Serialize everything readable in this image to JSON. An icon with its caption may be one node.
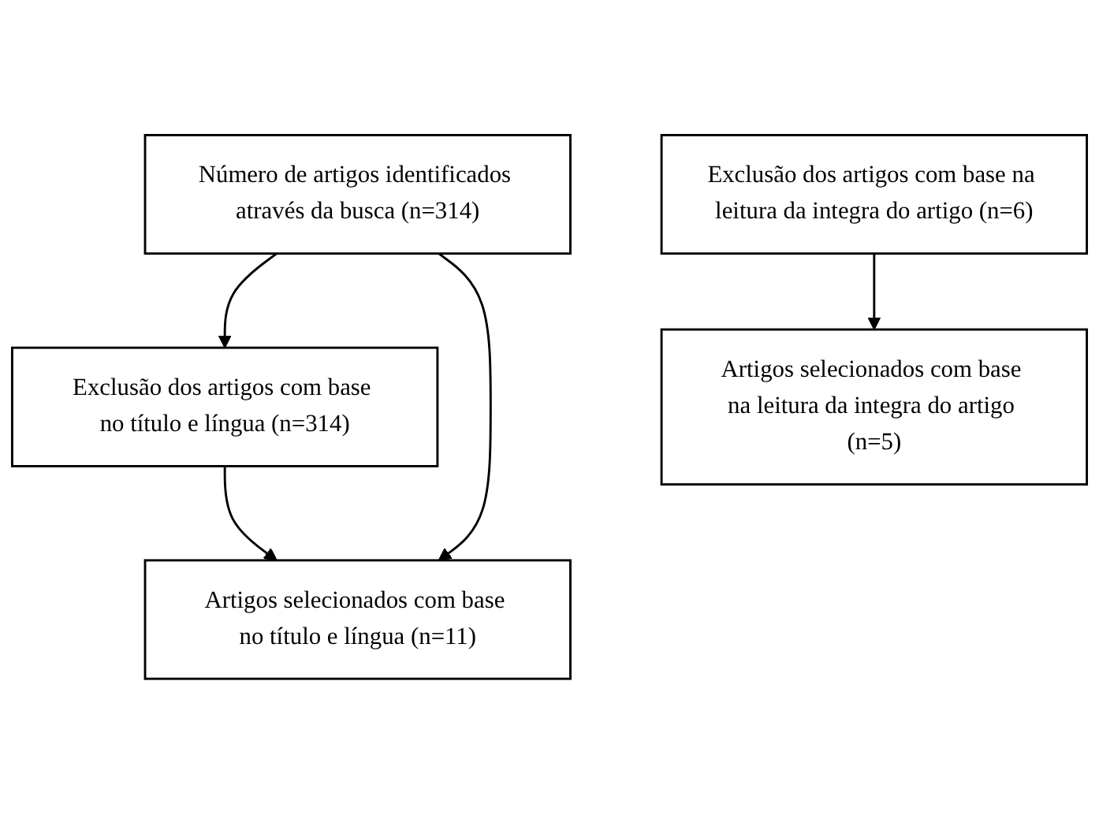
{
  "diagram": {
    "nodes": [
      {
        "text": [
          "Número de artigos identificados através da busca (n=314)"
        ]
      },
      {
        "text": [
          "Exclusão dos artigos com base no título e língua (n=314)"
        ]
      },
      {
        "text": [
          "Artigos selecionados com base no título e língua (n=11)"
        ]
      },
      {
        "text": [
          "Exclusão dos artigos com base na leitura da integra do artigo (n=6)"
        ]
      },
      {
        "text": [
          "Artigos selecionados com base na leitura da integra do artigo (n=5)"
        ]
      }
    ],
    "edges": [
      {
        "from": 0,
        "to": 1,
        "arrow": "to"
      },
      {
        "from": 0,
        "to": 2,
        "arrow": "to"
      },
      {
        "from": 1,
        "to": 2,
        "arrow": "to"
      },
      {
        "from": 3,
        "to": 4,
        "arrow": "to"
      }
    ]
  }
}
